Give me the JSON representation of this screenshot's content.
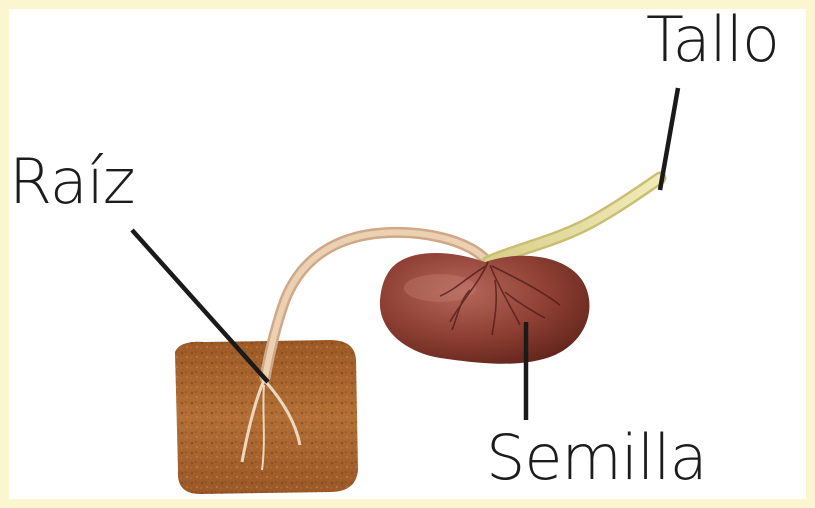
{
  "labels": {
    "stem": "Tallo",
    "root": "Raíz",
    "seed": "Semilla"
  },
  "colors": {
    "frame": "#fbf6cf",
    "soil": "#a6652f",
    "seed": "#8a3a2e",
    "stem": "#e8e3a6",
    "root": "#e9c9a8",
    "pointer": "#1a1a1a"
  },
  "icons": {
    "soil": "soil-block-icon",
    "seed": "bean-seed-icon",
    "sprout": "sprout-stem-icon"
  }
}
